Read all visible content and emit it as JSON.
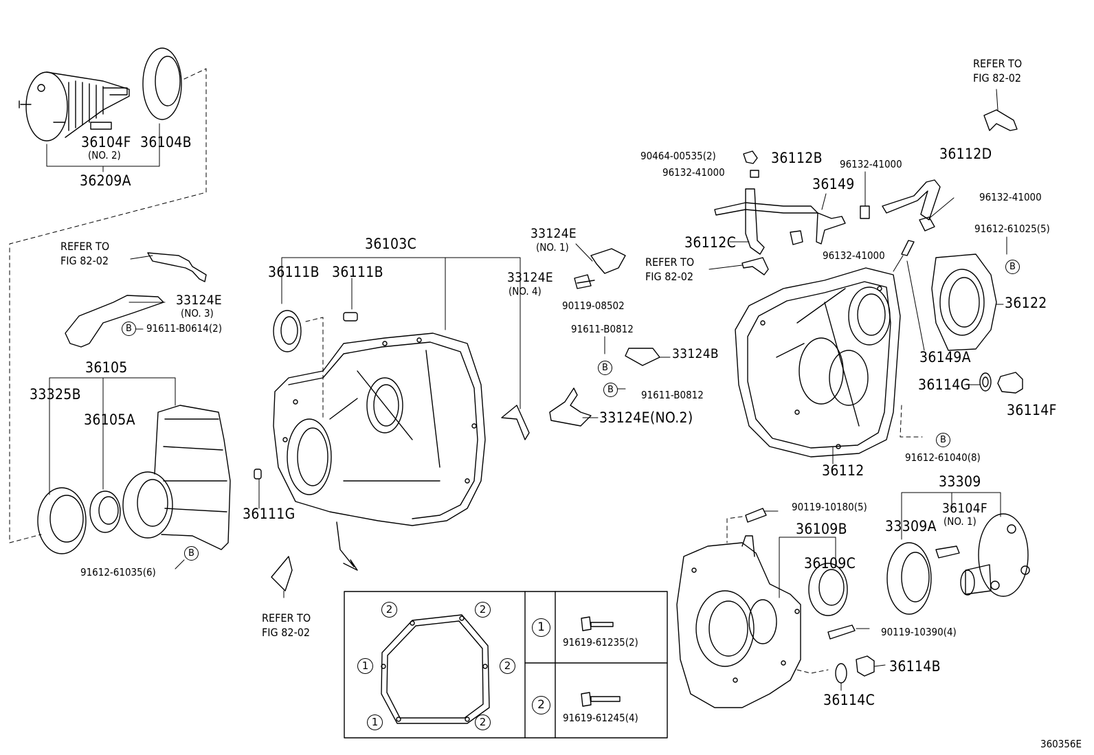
{
  "refer": {
    "top_right": "REFER TO\nFIG 82-02",
    "left_bracket": "REFER TO\nFIG 82-02",
    "bottom_bracket": "REFER TO\nFIG 82-02",
    "right_cover": "REFER TO\nFIG 82-02"
  },
  "parts": {
    "p36104F_no2": "36104F",
    "p36104F_no2_note": "(NO. 2)",
    "p36104B": "36104B",
    "p36209A": "36209A",
    "p33124E_no3": "33124E",
    "p33124E_no3_note": "(NO. 3)",
    "p91611B0614": "91611-B0614(2)",
    "p36105": "36105",
    "p33325B": "33325B",
    "p36105A": "36105A",
    "p91612_61035": "91612-61035(6)",
    "p36103C": "36103C",
    "p36111B_a": "36111B",
    "p36111B_b": "36111B",
    "p36111G": "36111G",
    "p33124E_no1": "33124E",
    "p33124E_no1_note": "(NO. 1)",
    "p90119_08502": "90119-08502",
    "p33124E_no4": "33124E",
    "p33124E_no4_note": "(NO. 4)",
    "p91611B0812_a": "91611-B0812",
    "p33124B": "33124B",
    "p91611B0812_b": "91611-B0812",
    "p33124E_no2": "33124E(NO.2)",
    "p90464": "90464-00535(2)",
    "p96132_a": "96132-41000",
    "p36112B": "36112B",
    "p36149": "36149",
    "p96132_b": "96132-41000",
    "p36112D": "36112D",
    "p96132_c": "96132-41000",
    "p36112C": "36112C",
    "p96132_d": "96132-41000",
    "p91612_61025": "91612-61025(5)",
    "p36122": "36122",
    "p36149A": "36149A",
    "p36114G": "36114G",
    "p36114F": "36114F",
    "p91612_61040": "91612-61040(8)",
    "p36112": "36112",
    "p33309": "33309",
    "p90119_10180": "90119-10180(5)",
    "p36109B": "36109B",
    "p36104F_no1": "36104F",
    "p36104F_no1_note": "(NO. 1)",
    "p33309A": "33309A",
    "p36109C": "36109C",
    "p90119_10390": "90119-10390(4)",
    "p36114B": "36114B",
    "p36114C": "36114C",
    "p91619_61235": "91619-61235(2)",
    "p91619_61245": "91619-61245(4)"
  },
  "callouts": {
    "b": "B",
    "one": "1",
    "two": "2"
  },
  "figure_code": "360356E"
}
